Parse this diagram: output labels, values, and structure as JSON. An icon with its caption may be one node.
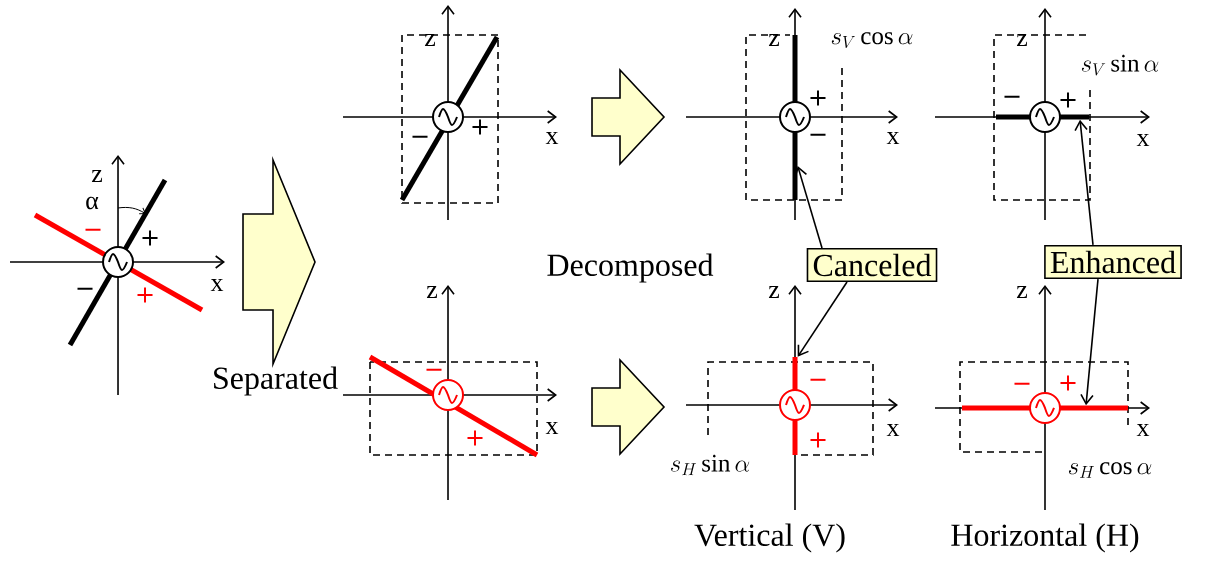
{
  "diagram": {
    "nodes": [
      {
        "text": [
          "Canceled"
        ]
      },
      {
        "text": [
          "Enhanced"
        ]
      },
      {
        "text": [],
        "shape": "bar"
      },
      {
        "text": [],
        "shape": "bar"
      },
      {
        "text": [],
        "shape": "bar"
      },
      {
        "text": [],
        "shape": "bar"
      }
    ],
    "edges": [
      {
        "from": 0,
        "to": 2,
        "arrow": "to"
      },
      {
        "from": 0,
        "to": 3,
        "arrow": "to"
      },
      {
        "from": 1,
        "to": 4,
        "arrow": "to"
      },
      {
        "from": 1,
        "to": 5,
        "arrow": "to"
      }
    ],
    "labels": [
      "z",
      "+",
      "−",
      "x",
      "z",
      "s_V\\cos\\alpha",
      "+",
      "−",
      "x",
      "z",
      "s_V\\sin\\alpha",
      "−",
      "+",
      "x",
      "z",
      "α",
      "−",
      "+",
      "x",
      "−",
      "+",
      "Decomposed",
      "Separated",
      "z",
      "−",
      "x",
      "+",
      "z",
      "−",
      "x",
      "+",
      "s_H\\sin\\alpha",
      "z",
      "−",
      "+",
      "x",
      "s_H\\cos\\alpha",
      "Vertical (V)",
      "Horizontal (H)"
    ]
  }
}
